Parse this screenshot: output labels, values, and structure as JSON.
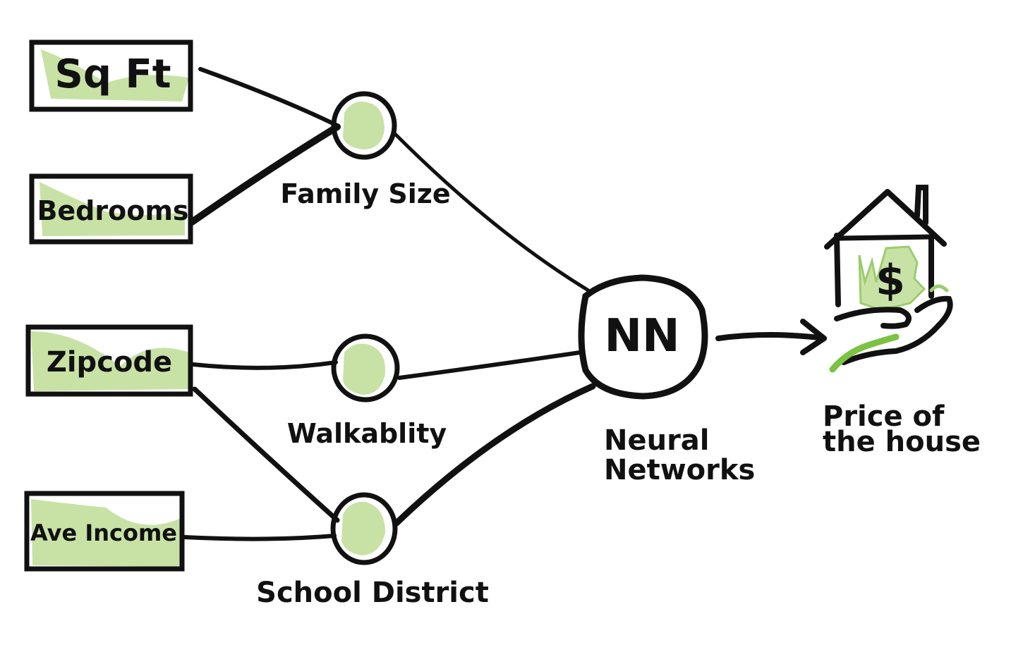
{
  "inputs": [
    {
      "id": "sqft",
      "label": "Sq Ft"
    },
    {
      "id": "bedrooms",
      "label": "Bedrooms"
    },
    {
      "id": "zipcode",
      "label": "Zipcode"
    },
    {
      "id": "income",
      "label": "Ave Income"
    }
  ],
  "hidden": [
    {
      "id": "family",
      "label": "Family Size"
    },
    {
      "id": "walk",
      "label": "Walkablity"
    },
    {
      "id": "school",
      "label": "School District"
    }
  ],
  "network": {
    "symbol": "NN",
    "label_line1": "Neural",
    "label_line2": "Networks"
  },
  "output": {
    "label_line1": "Price of",
    "label_line2": "the house",
    "symbol": "$",
    "icon": "house-in-hand-icon"
  },
  "colors": {
    "ink": "#111111",
    "fill": "#c8e2a6",
    "accent": "#7cc243"
  }
}
